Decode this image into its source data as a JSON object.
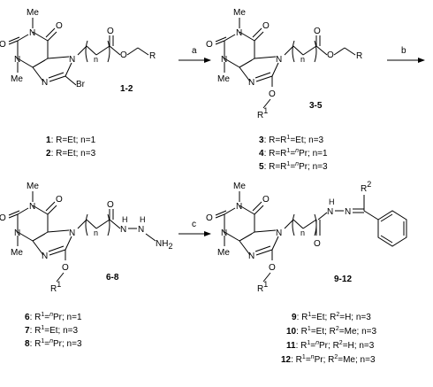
{
  "atoms": {
    "me": "Me",
    "o": "O",
    "n": "N",
    "r": "R",
    "br": "Br",
    "r1": "R",
    "sup1": "1",
    "sup2": "2",
    "n_index": "n",
    "nh": "H",
    "nh2": "NH",
    "nh2sub": "2"
  },
  "steps": {
    "a": "a",
    "b": "b",
    "c": "c"
  },
  "compound_labels": {
    "c12": "1-2",
    "c35": "3-5",
    "c68": "6-8",
    "c912": "9-12"
  },
  "legend_1_2": [
    {
      "num": "1",
      "text": ": R=Et; n=1"
    },
    {
      "num": "2",
      "text": ": R=Et; n=3"
    }
  ],
  "legend_3_5": [
    {
      "num": "3",
      "text": ": R=R",
      "sup": "1",
      "tail": "=Et; n=3"
    },
    {
      "num": "4",
      "text": ": R=R",
      "sup": "1",
      "mid": "=",
      "supn": "n",
      "tail": "Pr; n=1"
    },
    {
      "num": "5",
      "text": ": R=R",
      "sup": "1",
      "mid": "=",
      "supn": "n",
      "tail": "Pr; n=3"
    }
  ],
  "legend_6_8": [
    {
      "num": "6",
      "pre": ": R",
      "sup": "1",
      "mid": "=",
      "supn": "n",
      "tail": "Pr; n=1"
    },
    {
      "num": "7",
      "pre": ": R",
      "sup": "1",
      "tail": "=Et; n=3"
    },
    {
      "num": "8",
      "pre": ": R",
      "sup": "1",
      "mid": "=",
      "supn": "n",
      "tail": "Pr; n=3"
    }
  ],
  "legend_9_12": [
    {
      "num": "9",
      "pre": ": R",
      "sup": "1",
      "a": "=Et; R",
      "sup2": "2",
      "tail": "=H; n=3"
    },
    {
      "num": "10",
      "pre": ": R",
      "sup": "1",
      "a": "=Et; R",
      "sup2": "2",
      "tail": "=Me; n=3"
    },
    {
      "num": "11",
      "pre": ": R",
      "sup": "1",
      "mid": "=",
      "supn": "n",
      "a": "Pr; R",
      "sup2": "2",
      "tail": "=H; n=3"
    },
    {
      "num": "12",
      "pre": ": R",
      "sup": "1",
      "mid": "=",
      "supn": "n",
      "a": "Pr; R",
      "sup2": "2",
      "tail": "=Me; n=3"
    }
  ]
}
